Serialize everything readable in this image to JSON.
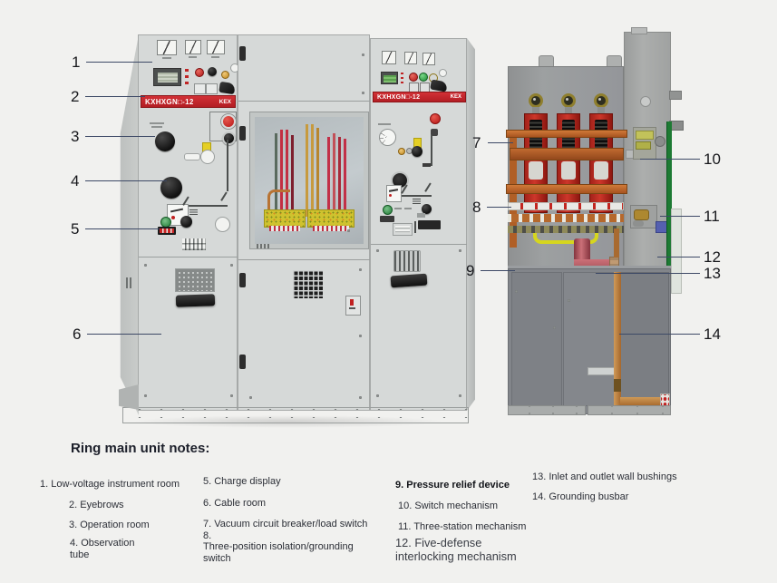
{
  "figure": {
    "title_hint": "KXHXGN ring main unit product photo with cross-section view",
    "nameplate": {
      "model": "KXHXGN□-12",
      "brand": "KEX"
    }
  },
  "callouts": [
    {
      "num": "1"
    },
    {
      "num": "2"
    },
    {
      "num": "3"
    },
    {
      "num": "4"
    },
    {
      "num": "5"
    },
    {
      "num": "6"
    },
    {
      "num": "7"
    },
    {
      "num": "8"
    },
    {
      "num": "9"
    },
    {
      "num": "10"
    },
    {
      "num": "11"
    },
    {
      "num": "12"
    },
    {
      "num": "13"
    },
    {
      "num": "14"
    }
  ],
  "notes": {
    "heading": "Ring main unit notes:",
    "columns": [
      {
        "items": [
          {
            "text": "1. Low-voltage instrument room"
          },
          {
            "text": "2. Eyebrows"
          },
          {
            "text": "3. Operation room"
          },
          {
            "text": "4. Observation\ntube"
          }
        ]
      },
      {
        "items": [
          {
            "text": "5. Charge display"
          },
          {
            "text": "6. Cable room"
          },
          {
            "text": "7. Vacuum circuit breaker/load switch 8.\nThree-position isolation/grounding switch"
          }
        ]
      },
      {
        "items": [
          {
            "text": "9. Pressure relief device"
          },
          {
            "text": "10. Switch mechanism"
          },
          {
            "text": "11. Three-station mechanism"
          },
          {
            "text": "12. Five-defense\ninterlocking mechanism"
          }
        ]
      },
      {
        "items": [
          {
            "text": "13. Inlet and outlet wall bushings"
          },
          {
            "text": "14. Grounding busbar"
          }
        ]
      }
    ]
  },
  "colors": {
    "background": "#f1f1ef",
    "nameplate_red": "#c5262b",
    "callout_line": "#3d4966",
    "cabinet_gray": "#d6d9d8",
    "section_gray": "#97999a",
    "busbar_orange": "#c06a2c",
    "copper": "#b5793a",
    "green_interlock_strip": "#1d7a33",
    "yellow_bracket": "#d6d61e",
    "pipe_red": "#b25560"
  }
}
